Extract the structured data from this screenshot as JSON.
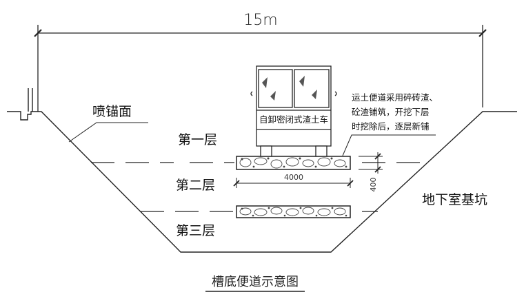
{
  "dimensions": {
    "span": "15m",
    "width": "4000",
    "height": "400"
  },
  "labels": {
    "slope_face": "喷锚面",
    "pit": "地下室基坑",
    "truck": "自卸密闭式渣土车",
    "layer_1": "第一层",
    "layer_2": "第二层",
    "layer_3": "第三层",
    "note_lines": [
      "运土便道采用碎砖渣、",
      "砼渣铺筑，开挖下层",
      "时挖除后，逐层新铺"
    ]
  },
  "caption": "槽底便道示意图"
}
